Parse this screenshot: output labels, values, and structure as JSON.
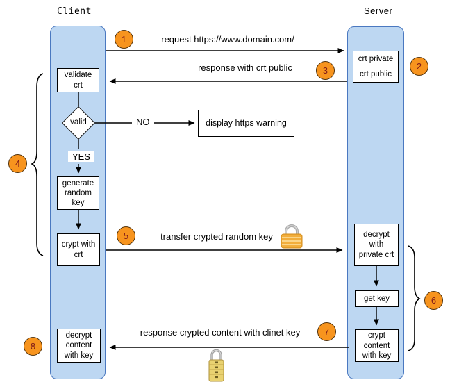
{
  "lanes": {
    "client": {
      "title": "Client"
    },
    "server": {
      "title": "Server"
    }
  },
  "nodes": {
    "validate_crt": "validate crt",
    "valid_decision": "valid",
    "display_warning": "display https warning",
    "generate_random_key": "generate random key",
    "crypt_with_crt": "crypt with crt",
    "decrypt_content_with_key": "decrypt content with key",
    "crt_private": "crt private",
    "crt_public": "crt public",
    "decrypt_with_private_crt": "decrypt with private crt",
    "get_key": "get key",
    "crypt_content_with_key": "crypt content with key"
  },
  "edges": {
    "no_label": "NO",
    "yes_label": "YES"
  },
  "messages": {
    "request": "request https://www.domain.com/",
    "response_public": "response with crt public",
    "transfer_key": "transfer crypted random key",
    "response_content": "response crypted content with clinet key"
  },
  "steps": {
    "s1": "1",
    "s2": "2",
    "s3": "3",
    "s4": "4",
    "s5": "5",
    "s6": "6",
    "s7": "7",
    "s8": "8"
  },
  "icons": {
    "padlock": "closed-padlock-icon",
    "combination_lock": "combination-lock-icon"
  },
  "colors": {
    "lane_fill": "#BDD7F2",
    "lane_border": "#4A78C0",
    "circle_fill": "#F7941E",
    "circle_text": "#7F1A1A",
    "line": "#000000"
  }
}
